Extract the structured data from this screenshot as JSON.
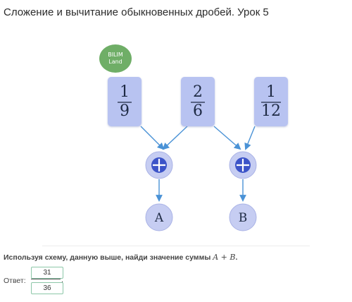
{
  "page": {
    "title": "Сложение и вычитание обыкновенных дробей. Урок 5"
  },
  "logo": {
    "line1": "BILIM",
    "line2": "Land"
  },
  "diagram": {
    "cards": [
      {
        "numerator": "1",
        "denominator": "9"
      },
      {
        "numerator": "2",
        "denominator": "6"
      },
      {
        "numerator": "1",
        "denominator": "12"
      }
    ],
    "operations": [
      "plus",
      "plus"
    ],
    "results": [
      "A",
      "B"
    ],
    "colors": {
      "card_fill": "#b8c3f1",
      "node_fill": "#c6cdf2",
      "op_fill": "#3c54c8",
      "arrow": "#4a92d6"
    }
  },
  "question": {
    "text": "Используя схему, данную выше, найди значение суммы",
    "expression": "A + B",
    "end": "."
  },
  "answer": {
    "label": "Ответ:",
    "numerator": "31",
    "denominator": "36",
    "end": "."
  }
}
